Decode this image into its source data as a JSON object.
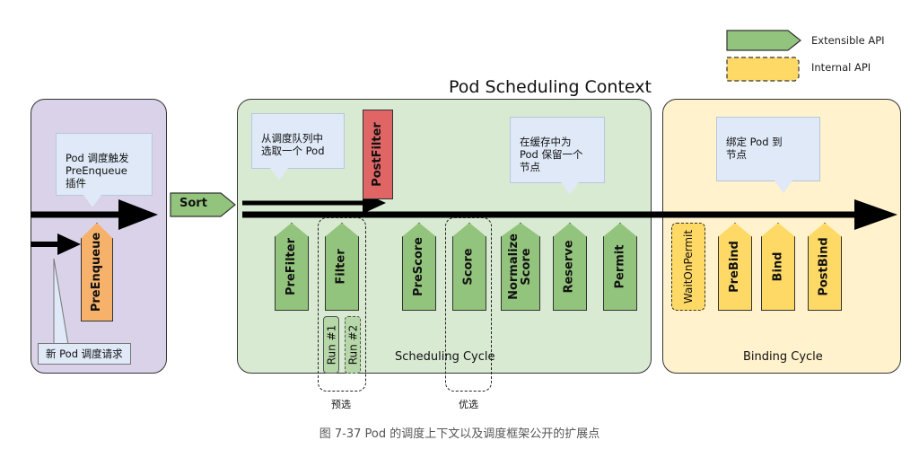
{
  "title": "Pod Scheduling Context",
  "legend": {
    "extensible": "Extensible API",
    "internal": "Internal API",
    "colors": {
      "extensible": "#93c47d",
      "internal": "#ffd966"
    }
  },
  "queue": {
    "callout": "Pod 调度触发\nPreEnqueue\n插件",
    "plugin": "PreEnqueue",
    "note": "新 Pod 调度请求"
  },
  "sort_label": "Sort",
  "scheduling": {
    "callout_pop": "从调度队列中\n选取一个 Pod",
    "callout_reserve": "在缓存中为\nPod 保留一个\n节点",
    "postfilter": "PostFilter",
    "plugins": {
      "prefilter": "PreFilter",
      "filter": "Filter",
      "prescore": "PreScore",
      "score": "Score",
      "normalize": "Normalize\nScore",
      "reserve": "Reserve",
      "permit": "Permit"
    },
    "runs": [
      "Run #1",
      "Run #2"
    ],
    "cycle_label": "Scheduling Cycle",
    "prefilter_group": "预选",
    "score_group": "优选"
  },
  "binding": {
    "callout": "绑定 Pod 到\n节点",
    "plugins": {
      "waitonpermit": "WaitOnPermit",
      "prebind": "PreBind",
      "bind": "Bind",
      "postbind": "PostBind"
    },
    "cycle_label": "Binding Cycle"
  },
  "caption": "图 7-37 Pod 的调度上下文以及调度框架公开的扩展点",
  "colors": {
    "queue_panel": "#d9d2e9",
    "scheduling_panel": "#d9ead3",
    "binding_panel": "#fff2cc"
  }
}
